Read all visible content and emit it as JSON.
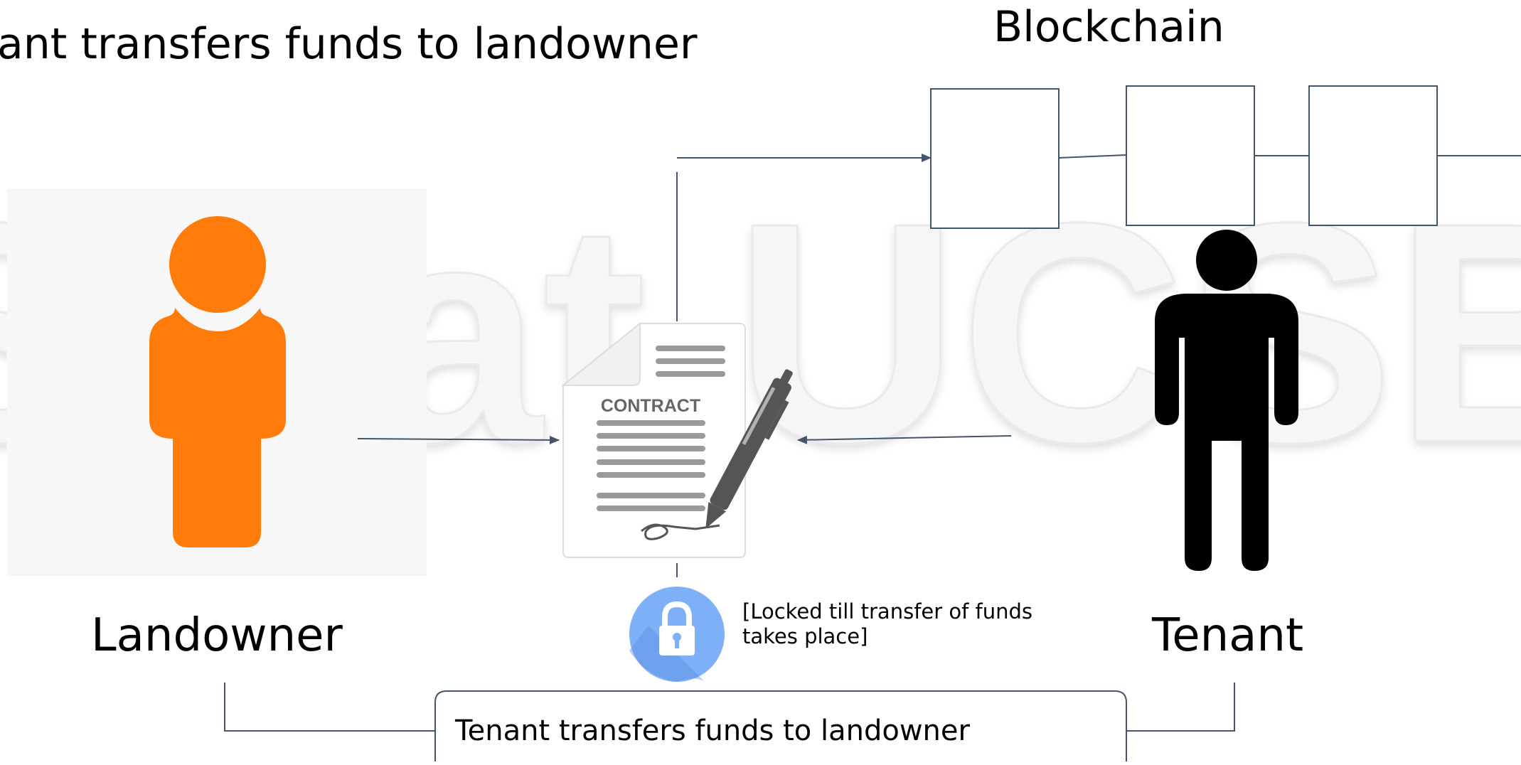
{
  "title": "ant transfers funds to landowner",
  "blockchain": {
    "label": "Blockchain",
    "block_count": 3
  },
  "actors": {
    "landowner": {
      "label": "Landowner",
      "color": "#FF7C0A",
      "icon": "person-icon"
    },
    "tenant": {
      "label": "Tenant",
      "color": "#000000",
      "icon": "person-icon"
    }
  },
  "contract": {
    "heading": "CONTRACT",
    "icon": "signed-contract-icon"
  },
  "lock": {
    "note": "[Locked till transfer of funds takes place]",
    "icon": "padlock-icon",
    "color": "#7EB0F7"
  },
  "transfer_box": {
    "label": "Tenant transfers funds to landowner"
  },
  "watermark": {
    "text": "SL at UCSB"
  },
  "colors": {
    "line": "#44546A",
    "block_border": "#44546A"
  }
}
